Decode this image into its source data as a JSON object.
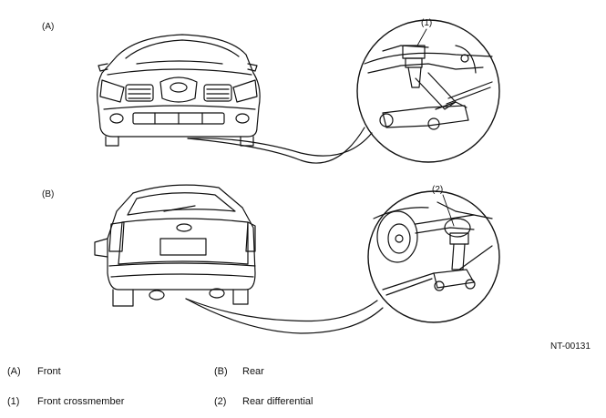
{
  "panels": [
    {
      "label": "(A)",
      "callout": "(1)"
    },
    {
      "label": "(B)",
      "callout": "(2)"
    }
  ],
  "figure_code": "NT-00131",
  "legend": [
    {
      "key": "(A)",
      "text": "Front"
    },
    {
      "key": "(B)",
      "text": "Rear"
    },
    {
      "key": "(1)",
      "text": "Front crossmember"
    },
    {
      "key": "(2)",
      "text": "Rear differential"
    }
  ]
}
